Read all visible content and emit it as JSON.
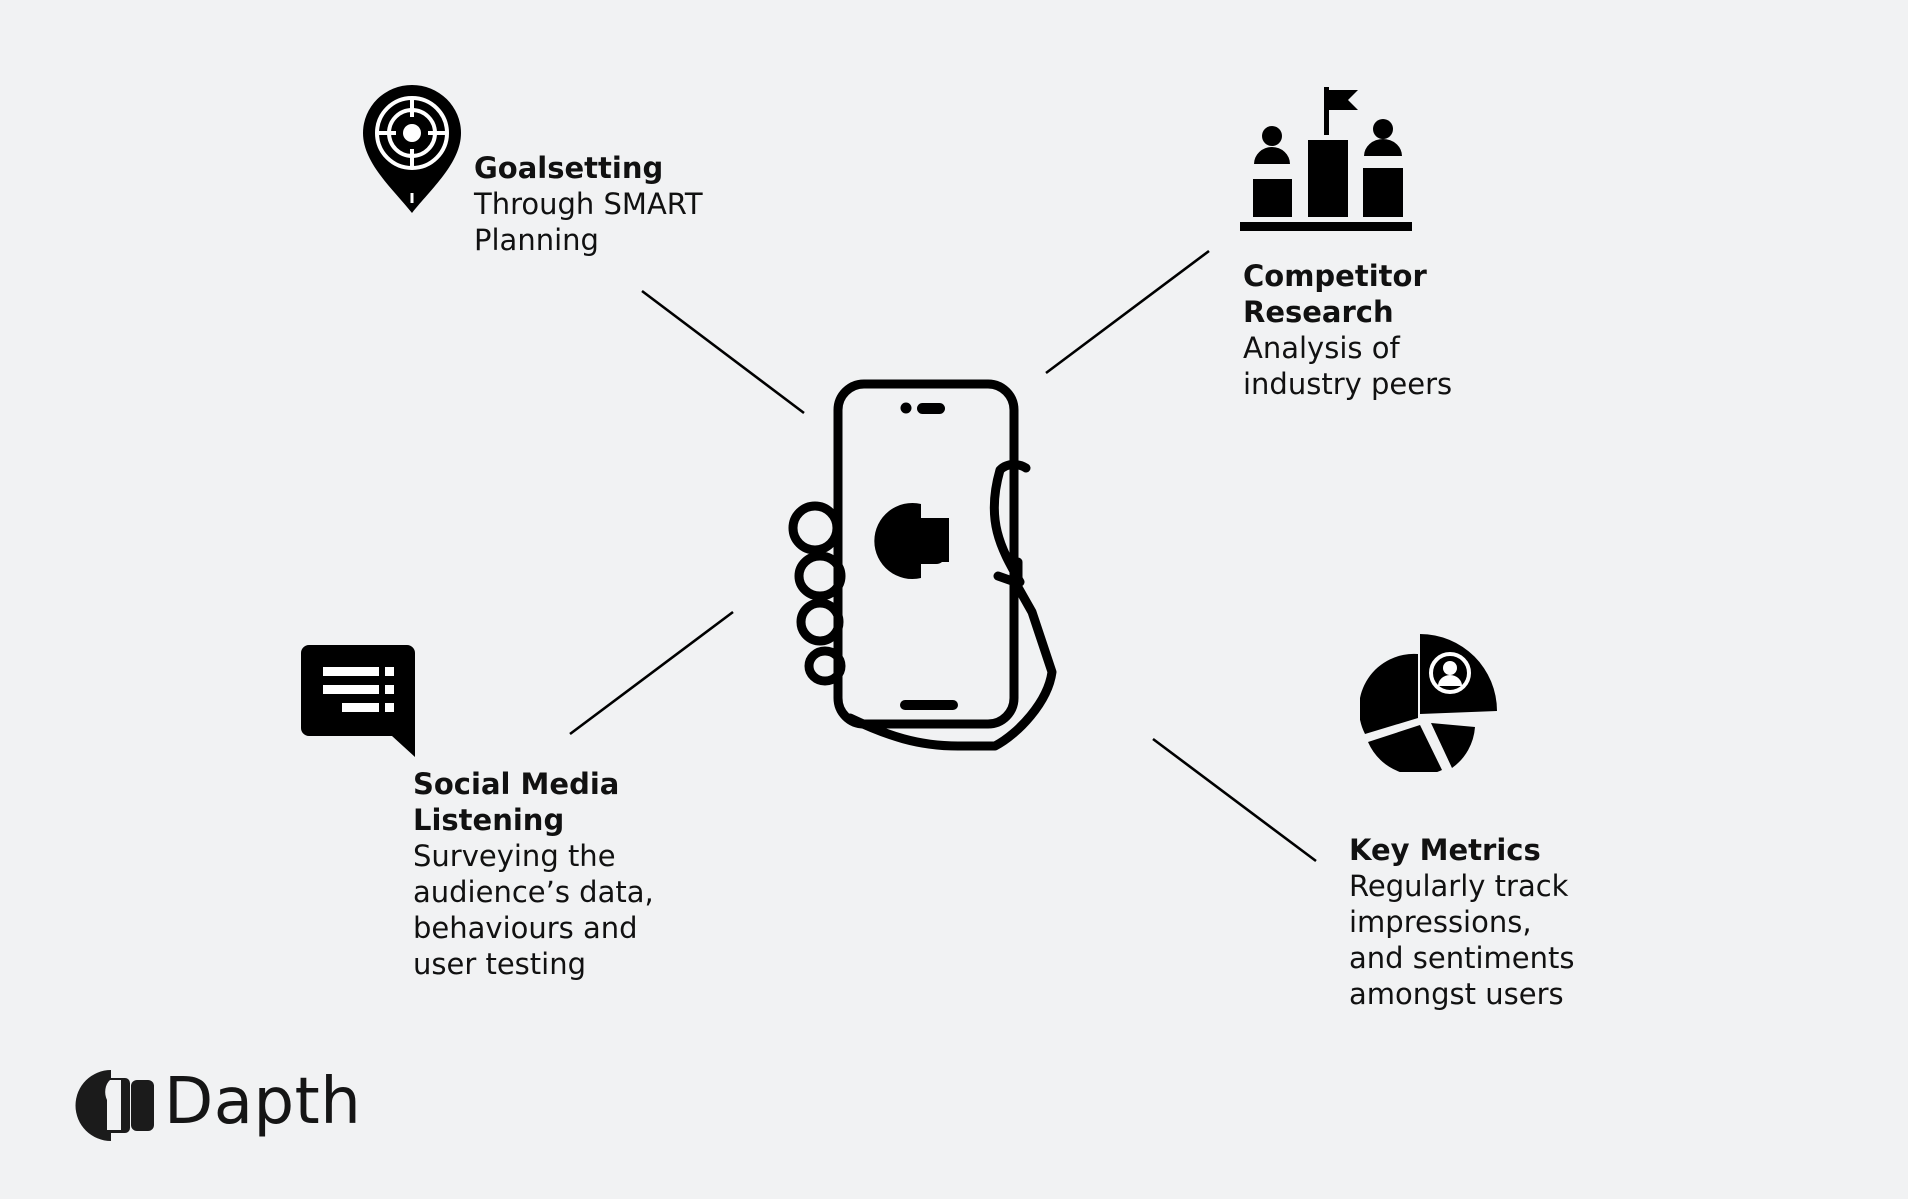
{
  "palette": {
    "background": "#f1f2f3",
    "ink": "#000000"
  },
  "center": {
    "icon": "hand-holding-phone-icon"
  },
  "nodes": [
    {
      "id": "goalsetting",
      "icon": "target-location-pin-icon",
      "title": "Goalsetting",
      "description": "Through SMART\nPlanning"
    },
    {
      "id": "competitor-research",
      "icon": "podium-flag-icon",
      "title": "Competitor\nResearch",
      "description": "Analysis of\nindustry peers"
    },
    {
      "id": "social-media-listening",
      "icon": "chat-bubble-list-icon",
      "title": "Social Media\nListening",
      "description": "Surveying the\naudience’s data,\nbehaviours and\nuser testing"
    },
    {
      "id": "key-metrics",
      "icon": "pie-chart-user-icon",
      "title": "Key Metrics",
      "description": "Regularly track\nimpressions,\nand sentiments\namongst users"
    }
  ],
  "brand": {
    "name": "Dapth",
    "icon": "dapth-logo-icon"
  }
}
